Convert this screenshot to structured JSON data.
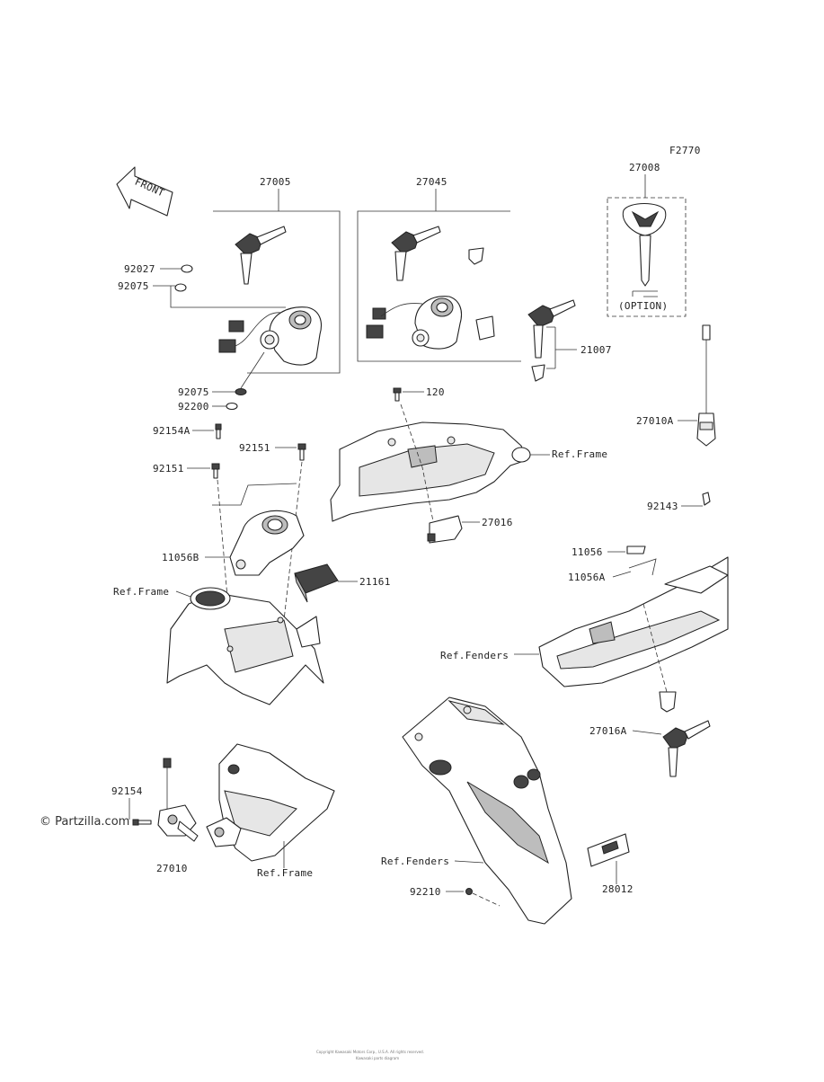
{
  "figure_code": "F2770",
  "front_label": "FRONT",
  "option_label": "(OPTION)",
  "watermark": "© Partzilla.com",
  "footer": [
    "Copyright Kawasaki Motors Corp., U.S.A. All rights reserved.",
    "Kawasaki parts diagram"
  ],
  "parts": {
    "p27005": "27005",
    "p27045": "27045",
    "p27008": "27008",
    "p92027": "92027",
    "p92075a": "92075",
    "p92075b": "92075",
    "p92200": "92200",
    "p92154a": "92154A",
    "p92151a": "92151",
    "p92151b": "92151",
    "p21007": "21007",
    "p120": "120",
    "p27016": "27016",
    "p27010a": "27010A",
    "p92143": "92143",
    "p11056b": "11056B",
    "p21161": "21161",
    "p11056": "11056",
    "p11056a": "11056A",
    "p27016a": "27016A",
    "p92154": "92154",
    "p27010": "27010",
    "p28012": "28012",
    "p92210": "92210",
    "ref_frame_1": "Ref.Frame",
    "ref_frame_2": "Ref.Frame",
    "ref_frame_3": "Ref.Frame",
    "ref_fenders_1": "Ref.Fenders",
    "ref_fenders_2": "Ref.Fenders"
  }
}
